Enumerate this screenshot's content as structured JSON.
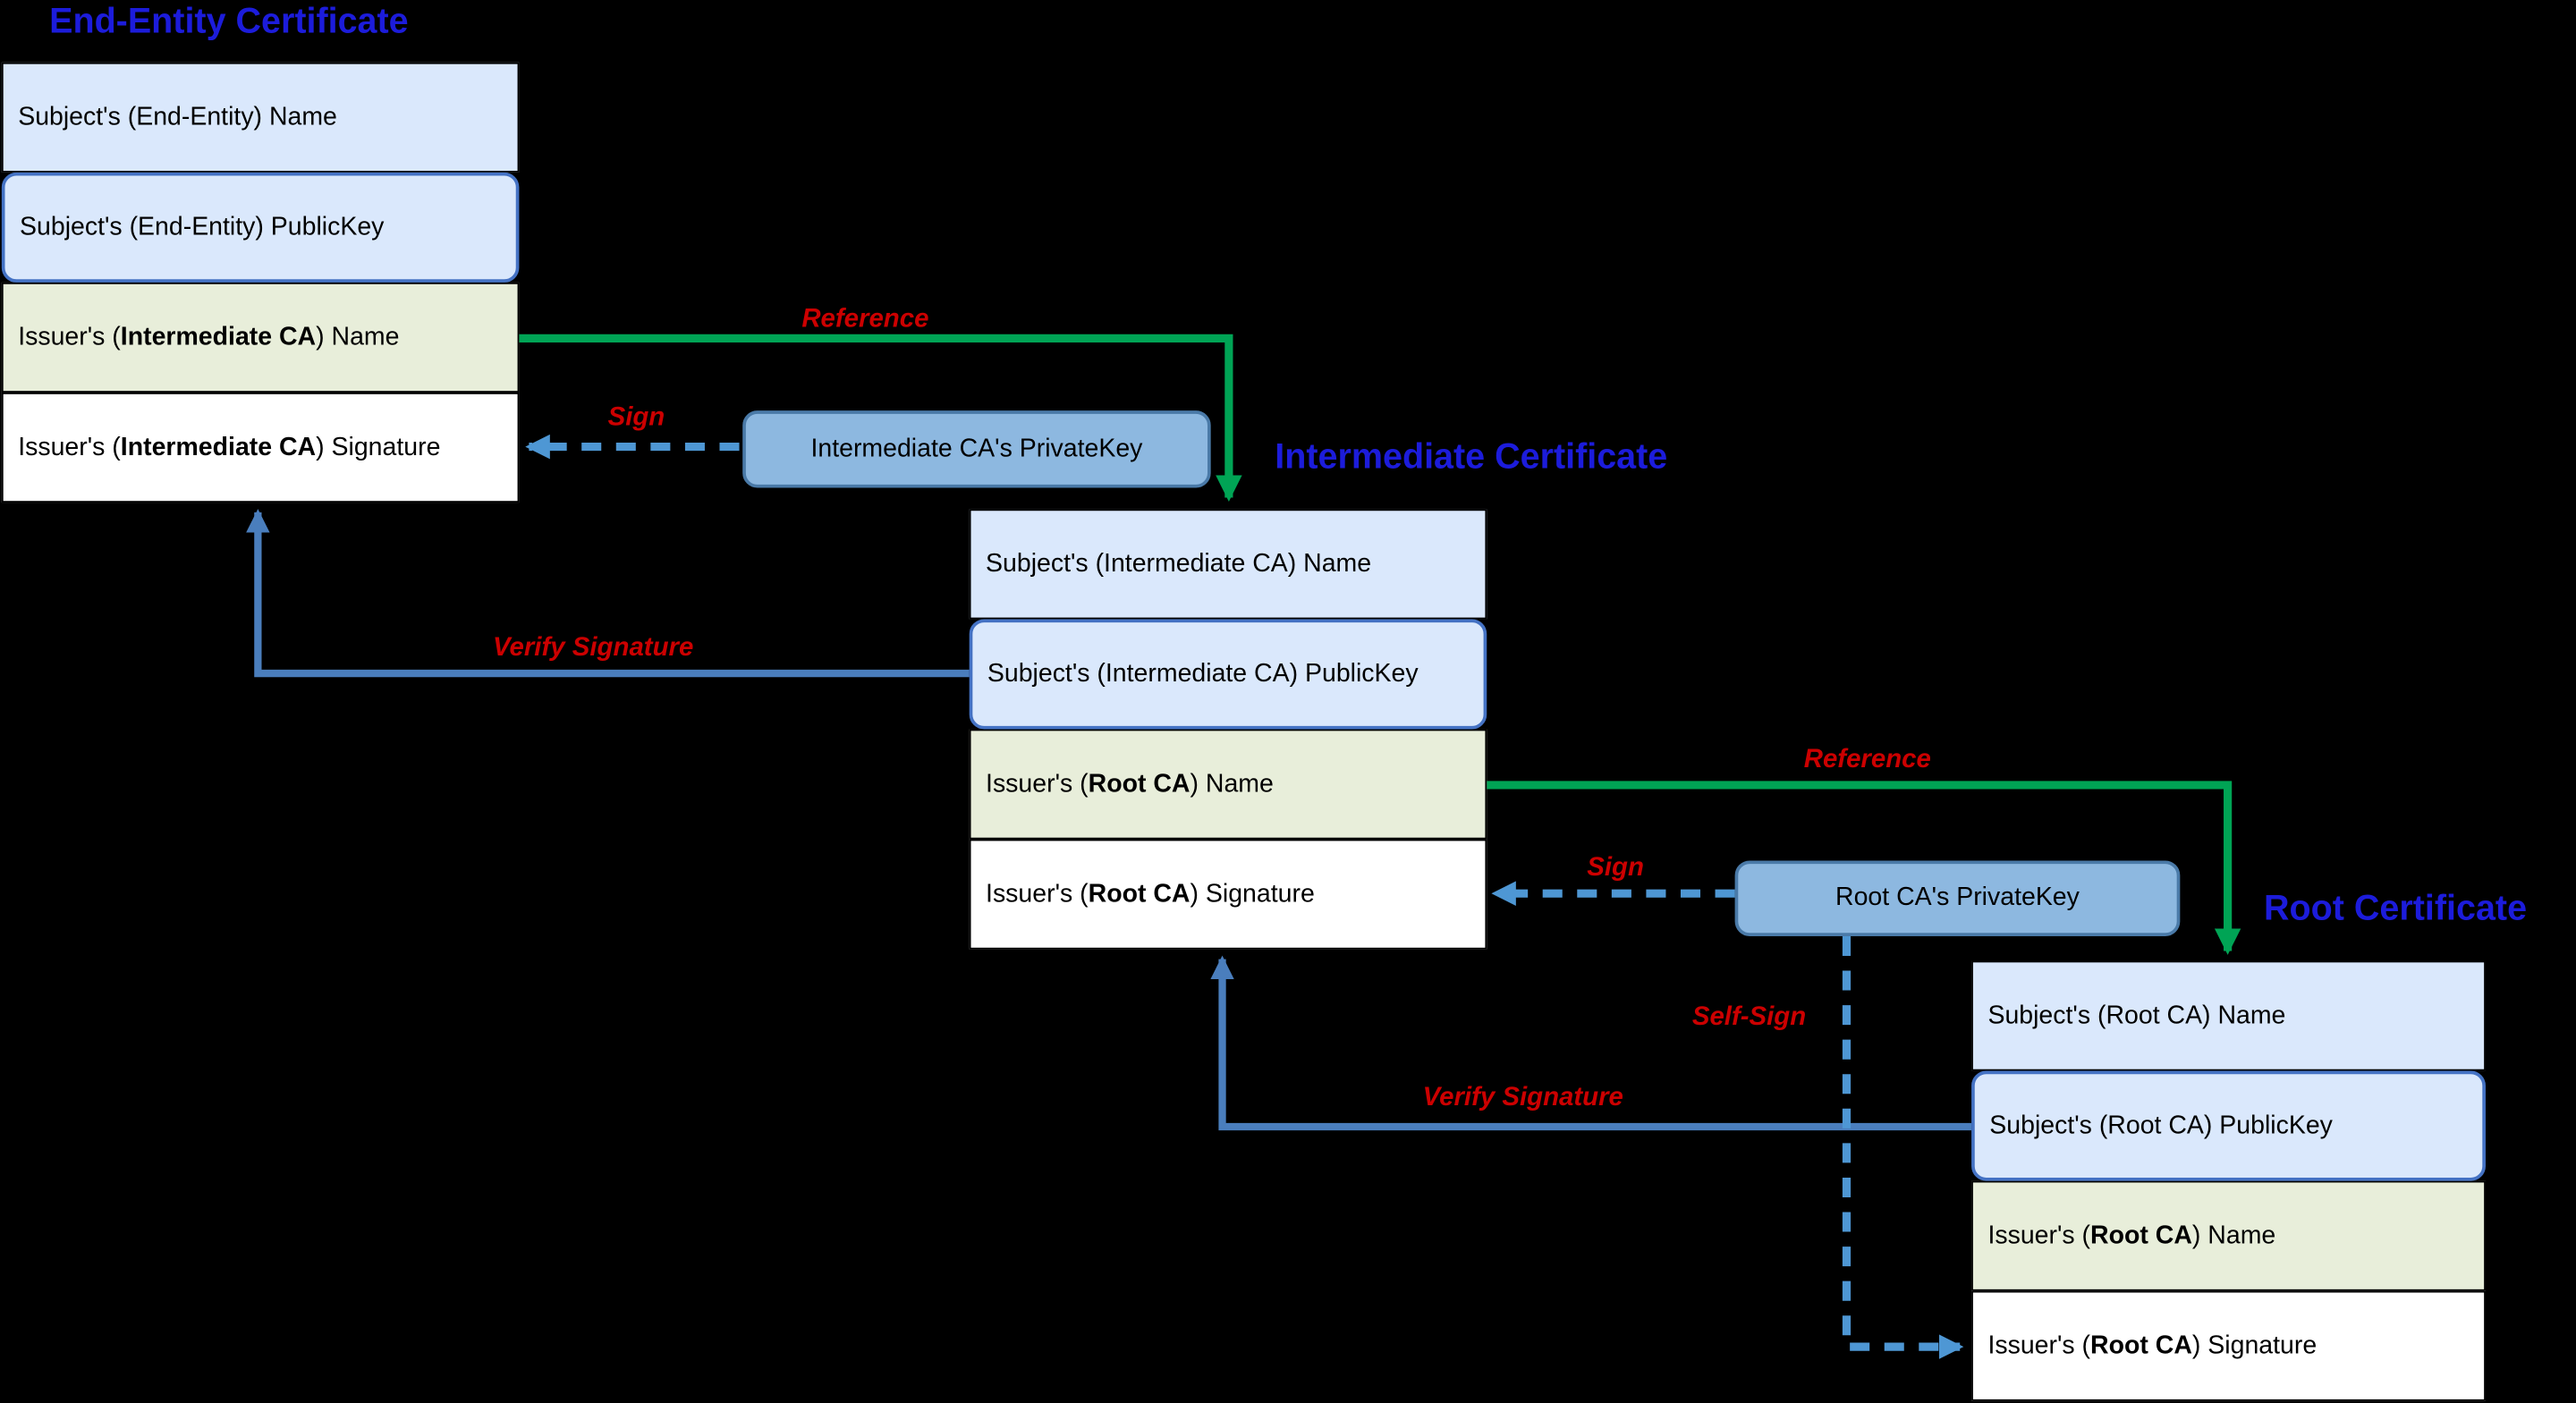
{
  "diagram": {
    "certificates": [
      {
        "title": "End-Entity Certificate",
        "rows": [
          {
            "pre": "Subject's (End-Entity) Name"
          },
          {
            "pre": "Subject's (End-Entity) PublicKey"
          },
          {
            "pre": "Issuer's (",
            "bold": "Intermediate CA",
            "post": ") Name"
          },
          {
            "pre": "Issuer's (",
            "bold": "Intermediate CA",
            "post": ") Signature"
          }
        ]
      },
      {
        "title": "Intermediate Certificate",
        "rows": [
          {
            "pre": "Subject's (Intermediate CA) Name"
          },
          {
            "pre": "Subject's (Intermediate CA) PublicKey"
          },
          {
            "pre": "Issuer's (",
            "bold": "Root CA",
            "post": ") Name"
          },
          {
            "pre": "Issuer's (",
            "bold": "Root CA",
            "post": ") Signature"
          }
        ]
      },
      {
        "title": "Root Certificate",
        "rows": [
          {
            "pre": "Subject's (Root CA) Name"
          },
          {
            "pre": "Subject's (Root CA) PublicKey"
          },
          {
            "pre": "Issuer's (",
            "bold": "Root CA",
            "post": ") Name"
          },
          {
            "pre": "Issuer's (",
            "bold": "Root CA",
            "post": ") Signature"
          }
        ]
      }
    ],
    "private_keys": [
      {
        "label": "Intermediate CA's PrivateKey"
      },
      {
        "label": "Root CA's PrivateKey"
      }
    ],
    "arrows": {
      "reference1": "Reference",
      "sign1": "Sign",
      "verify1": "Verify Signature",
      "reference2": "Reference",
      "sign2": "Sign",
      "self_sign": "Self-Sign",
      "verify2": "Verify Signature"
    },
    "colors": {
      "background": "#000000",
      "row_subject_fill": "#dae8fc",
      "row_issuer_name_fill": "#e8eeda",
      "row_signature_fill": "#ffffff",
      "publickey_highlight_border": "#4472c4",
      "privatekey_fill": "#8db8e0",
      "privatekey_border": "#4a7aa8",
      "certificate_title_blue": "#1c1cdb",
      "arrow_label_red": "#cc0000",
      "reference_arrow_green": "#00a455",
      "verify_arrow_blue": "#4a7ebd",
      "sign_arrow_dashed_blue": "#4e97d4"
    }
  }
}
